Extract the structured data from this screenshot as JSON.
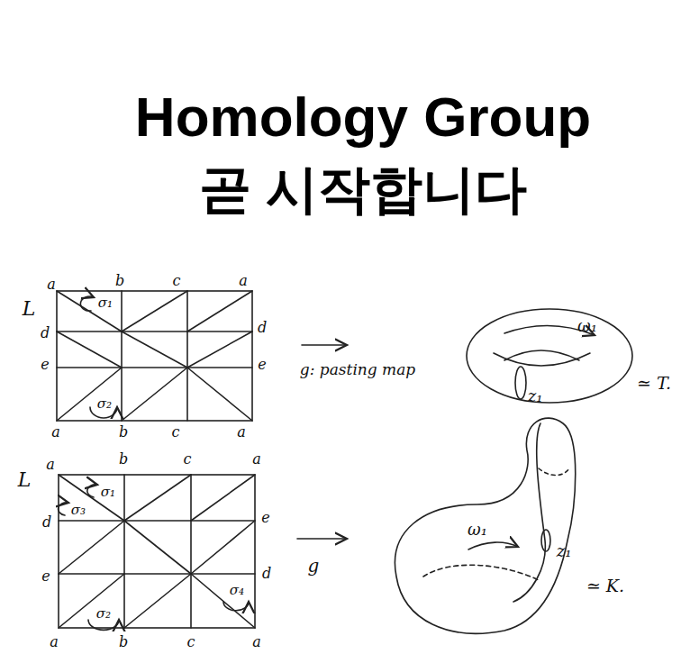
{
  "diagram": {
    "title": "Homology Group",
    "labels": [
      "곧 시작합니다",
      "L",
      "a",
      "b",
      "c",
      "a",
      "d",
      "e",
      "d",
      "e",
      "a",
      "b",
      "c",
      "a",
      "σ₁",
      "σ₂",
      "g: pasting map",
      "ω₁",
      "z₁",
      "≃ T.",
      "L",
      "a",
      "b",
      "c",
      "a",
      "d",
      "e",
      "e",
      "d",
      "a",
      "b",
      "c",
      "a",
      "σ₁",
      "σ₃",
      "σ₂",
      "σ₄",
      "g",
      "ω₁",
      "z₁",
      "≃ K."
    ]
  }
}
